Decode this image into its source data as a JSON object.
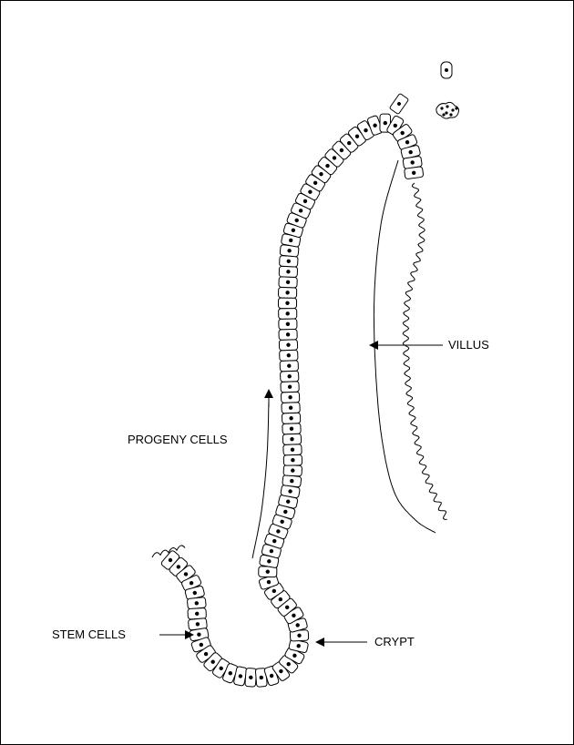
{
  "labels": {
    "villus": "VILLUS",
    "progeny": "PROGENY CELLS",
    "stem": "STEM CELLS",
    "crypt": "CRYPT"
  },
  "colors": {
    "ink": "#000000",
    "paper": "#ffffff"
  }
}
